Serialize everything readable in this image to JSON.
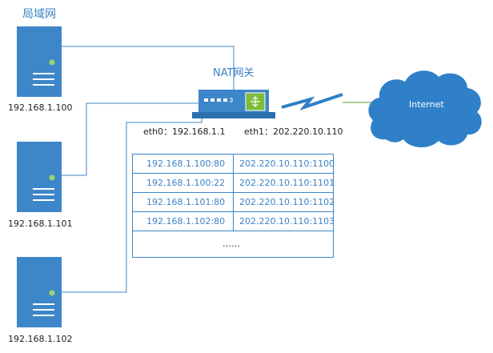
{
  "lan_title": "局域网",
  "nat_title": "NAT网关",
  "servers": [
    {
      "ip": "192.168.1.100"
    },
    {
      "ip": "192.168.1.101"
    },
    {
      "ip": "192.168.1.102"
    }
  ],
  "eth0": "eth0：192.168.1.1",
  "eth1": "eth1：202.220.10.110",
  "internet": "Internet",
  "nat_table": [
    {
      "internal": "192.168.1.100:80",
      "external": "202.220.10.110:1100"
    },
    {
      "internal": "192.168.1.100:22",
      "external": "202.220.10.110:1101"
    },
    {
      "internal": "192.168.1.101:80",
      "external": "202.220.10.110:1102"
    },
    {
      "internal": "192.168.1.102:80",
      "external": "202.220.10.110:1103"
    }
  ],
  "ellipsis": "……",
  "colors": {
    "server": "#3d86c9",
    "line": "#3d86c9",
    "cloud": "#2f80c8",
    "green_link": "#5a9a3a",
    "router_panel": "#7dbb3a"
  }
}
